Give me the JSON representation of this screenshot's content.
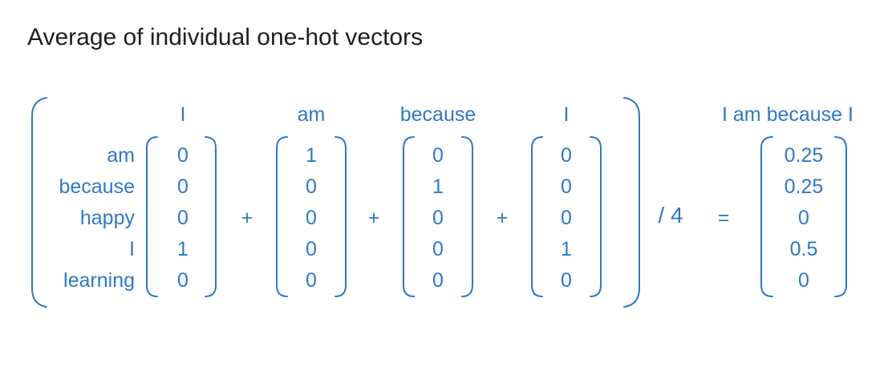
{
  "title": "Average of individual one-hot vectors",
  "vocabulary": [
    "am",
    "because",
    "happy",
    "I",
    "learning"
  ],
  "vectors": [
    {
      "word": "I",
      "values": [
        "0",
        "0",
        "0",
        "1",
        "0"
      ]
    },
    {
      "word": "am",
      "values": [
        "1",
        "0",
        "0",
        "0",
        "0"
      ]
    },
    {
      "word": "because",
      "values": [
        "0",
        "1",
        "0",
        "0",
        "0"
      ]
    },
    {
      "word": "I",
      "values": [
        "0",
        "0",
        "0",
        "1",
        "0"
      ]
    }
  ],
  "operators": {
    "plus": "+",
    "divide": "/ 4",
    "equals": "="
  },
  "result": {
    "label": "I am because I",
    "values": [
      "0.25",
      "0.25",
      "0",
      "0.5",
      "0"
    ]
  },
  "colors": {
    "accent": "#2f79c3",
    "title": "#1f1f1f"
  }
}
